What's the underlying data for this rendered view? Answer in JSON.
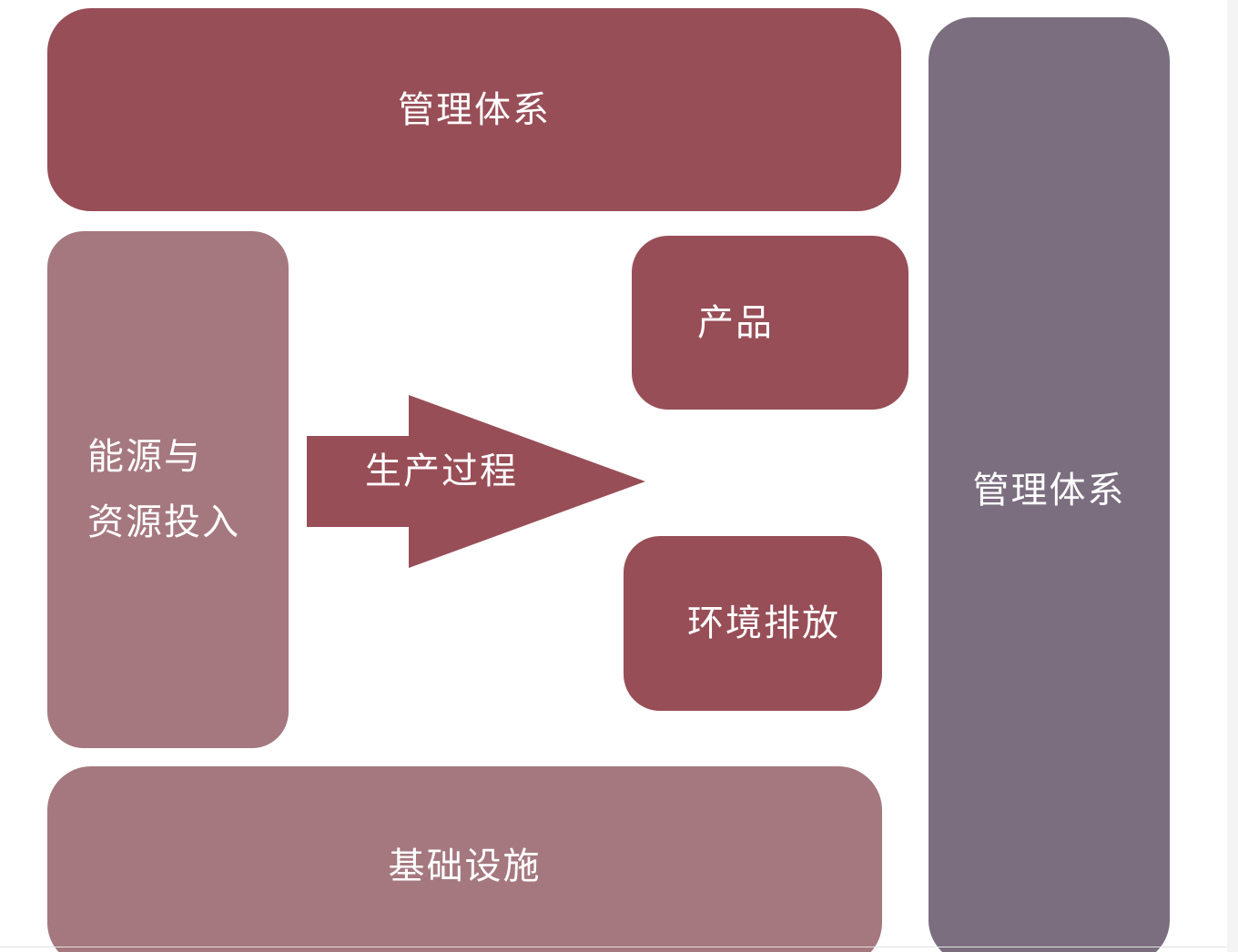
{
  "diagram": {
    "top_box": {
      "label": "管理体系"
    },
    "right_box": {
      "label": "管理体系"
    },
    "left_box": {
      "label": "能源与\n资源投入"
    },
    "arrow": {
      "label": "生产过程"
    },
    "product_box": {
      "label": "产品"
    },
    "emission_box": {
      "label": "环境排放"
    },
    "bottom_box": {
      "label": "基础设施"
    }
  },
  "colors": {
    "dark_red": "#984e57",
    "light_mauve": "#a5787f",
    "slate_purple": "#7b6e7f",
    "text": "#ffffff"
  }
}
